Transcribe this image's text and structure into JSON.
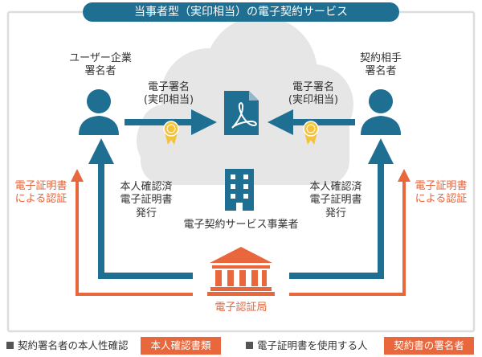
{
  "title": "当事者型（実印相当）の電子契約サービス",
  "left_party": {
    "line1": "ユーザー企業",
    "line2": "署名者"
  },
  "right_party": {
    "line1": "契約相手",
    "line2": "署名者"
  },
  "signature": {
    "line1": "電子署名",
    "line2": "(実印相当)"
  },
  "issuance": {
    "line1": "本人確認済",
    "line2": "電子証明書",
    "line3": "発行"
  },
  "cert_auth": {
    "line1": "電子証明書",
    "line2": "による認証"
  },
  "service_provider": "電子契約サービス事業者",
  "certification_authority": "電子認証局",
  "legend": {
    "item1_text": "契約署名者の本人性確認",
    "item1_box": "本人確認書類",
    "item2_text": "電子証明書を使用する人",
    "item2_box": "契約書の署名者"
  },
  "colors": {
    "blue": "#1f6f93",
    "orange": "#e9673c",
    "cloud": "#e6e6e6",
    "frame": "#dddddd",
    "medal": "#f5c33b"
  },
  "icons": [
    "person-icon",
    "pdf-document-icon",
    "building-icon",
    "bank-icon",
    "medal-icon"
  ]
}
